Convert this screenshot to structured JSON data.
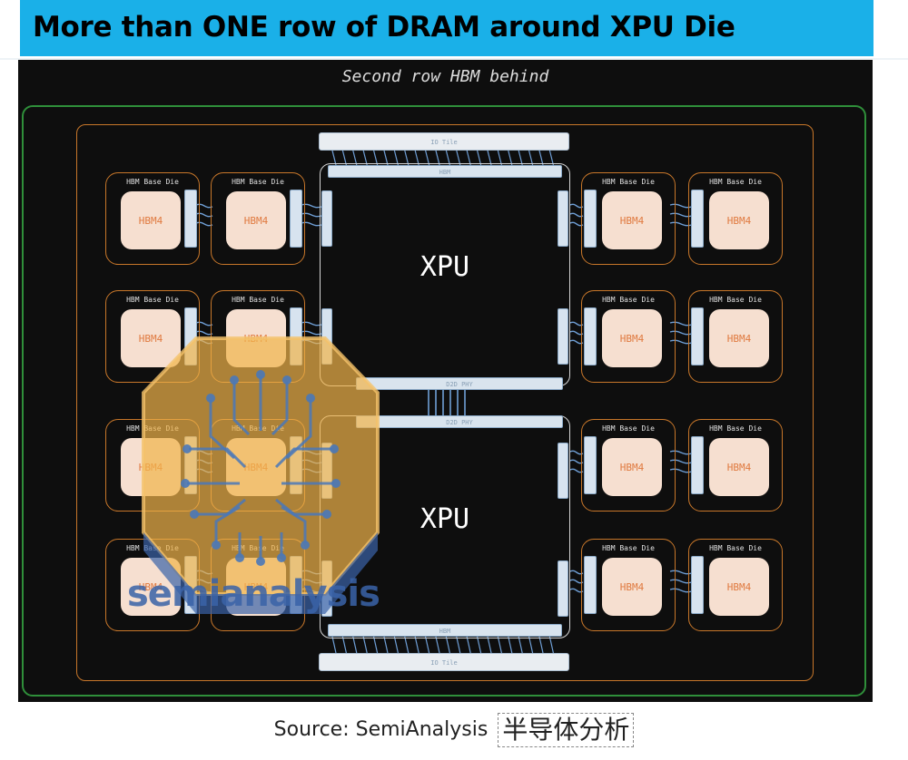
{
  "title": "More than ONE row of DRAM around XPU Die",
  "diagram": {
    "caption": "Second row HBM behind",
    "hbm_base_label": "HBM Base Die",
    "hbm_chip_label": "HBM4",
    "xpu_label": "XPU",
    "io_label": "IO Tile",
    "hbm_phy_label": "HBM",
    "d2d_label": "D2D PHY"
  },
  "watermark": "semianalysis",
  "source": {
    "prefix": "Source: SemiAnalysis",
    "cn": "半导体分析"
  },
  "colors": {
    "title_bar": "#1ab0e8",
    "panel_bg": "#0e0e0e",
    "package_border": "#2f8f3a",
    "interposer_border": "#c8772a",
    "hbm_chip": "#f6dfd0",
    "hbm_text": "#e07a40",
    "watermark": "#f1b34a"
  }
}
